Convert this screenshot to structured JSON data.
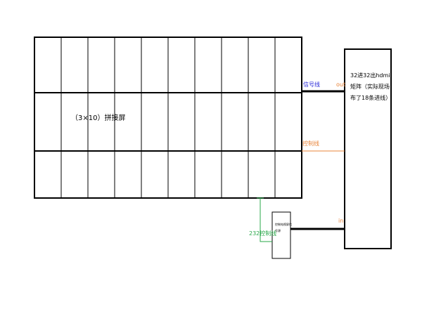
{
  "video_wall": {
    "rows": 3,
    "cols": 10,
    "label": "（3×10）拼接屏"
  },
  "matrix": {
    "label": "32进32出hdmi矩阵（实际现场布了18条进线）"
  },
  "connections": {
    "signal_line_label": "信号线",
    "out_label": "out",
    "control_line_label": "控制线",
    "in_label": "in",
    "rs232_label": "232控制线"
  },
  "converter": {
    "label": "控制电视屏信号源"
  },
  "colors": {
    "signal": "#2b2bd9",
    "control": "#e8843a",
    "rs232": "#2aa84a",
    "stroke": "#000000"
  }
}
